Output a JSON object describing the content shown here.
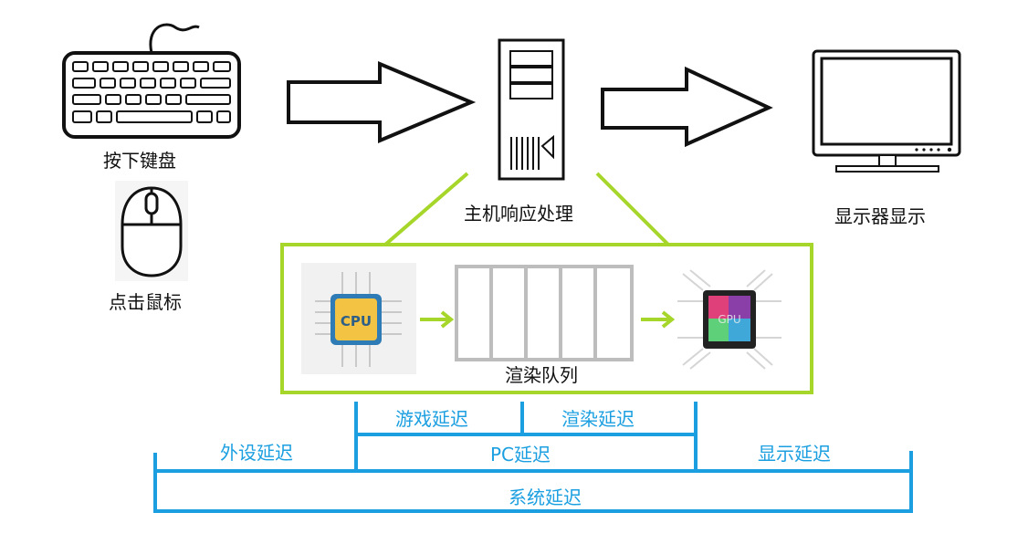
{
  "devices": {
    "keyboard_label": "按下键盘",
    "mouse_label": "点击鼠标",
    "host_label": "主机响应处理",
    "monitor_label": "显示器显示"
  },
  "pipeline": {
    "cpu_chip_text": "CPU",
    "gpu_chip_text": "GPU",
    "queue_label": "渲染队列"
  },
  "latency": {
    "game": "游戏延迟",
    "render": "渲染延迟",
    "peripheral": "外设延迟",
    "pc": "PC延迟",
    "display": "显示延迟",
    "system": "系统延迟"
  },
  "colors": {
    "accent_green": "#a6d62a",
    "latency_blue": "#1b9fe0",
    "outline": "#111111",
    "queue_gray": "#bdbdbd"
  }
}
